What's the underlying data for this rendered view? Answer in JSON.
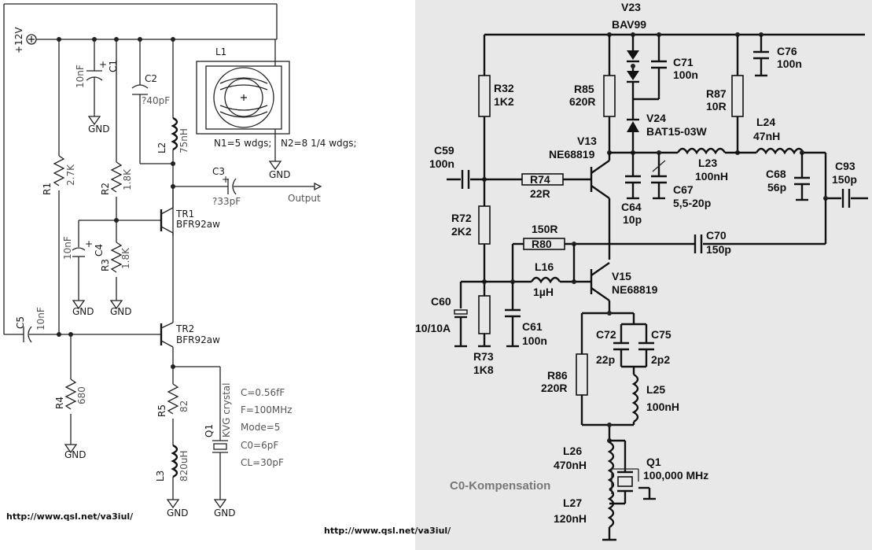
{
  "left": {
    "supply": "+12V",
    "gnd": "GND",
    "output": "Output",
    "L1": "L1",
    "N1": "N1=5 wdgs;",
    "N2": "N2=8 1/4 wdgs;",
    "C1": {
      "name": "C1",
      "value": "10nF"
    },
    "C2": {
      "name": "C2",
      "value": "?40pF"
    },
    "L2": {
      "name": "L2",
      "value": "75nH"
    },
    "C3": {
      "name": "C3",
      "value": "?33pF"
    },
    "R1": {
      "name": "R1",
      "value": "2.7K"
    },
    "R2": {
      "name": "R2",
      "value": "1.8K"
    },
    "R3": {
      "name": "R3",
      "value": "1.8K"
    },
    "C4": {
      "name": "C4",
      "value": "10nF"
    },
    "TR1": {
      "name": "TR1",
      "value": "BFR92aw"
    },
    "TR2": {
      "name": "TR2",
      "value": "BFR92aw"
    },
    "C5": {
      "name": "C5",
      "value": "10nF"
    },
    "R4": {
      "name": "R4",
      "value": "680"
    },
    "R5": {
      "name": "R5",
      "value": "82"
    },
    "L3": {
      "name": "L3",
      "value": "820uH"
    },
    "Q1": {
      "name": "Q1",
      "value": "KVG crystal"
    },
    "params": [
      "C=0.56fF",
      "F=100MHz",
      "Mode=5",
      "C0=6pF",
      "CL=30pF"
    ],
    "url": "http://www.qsl.net/va3iul/"
  },
  "right": {
    "V23": {
      "name": "V23",
      "value": "BAV99"
    },
    "C71": {
      "name": "C71",
      "value": "100n"
    },
    "C76": {
      "name": "C76",
      "value": "100n"
    },
    "R32": {
      "name": "R32",
      "value": "1K2"
    },
    "R85": {
      "name": "R85",
      "value": "620R"
    },
    "R87": {
      "name": "R87",
      "value": "10R"
    },
    "V24": {
      "name": "V24",
      "value": "BAT15-03W"
    },
    "L24": {
      "name": "L24",
      "value": "47nH"
    },
    "V13": {
      "name": "V13",
      "value": "NE68819"
    },
    "C59": {
      "name": "C59",
      "value": "100n"
    },
    "R74": {
      "name": "R74",
      "value": "22R"
    },
    "L23": {
      "name": "L23",
      "value": "100nH"
    },
    "C68": {
      "name": "C68",
      "value": "56p"
    },
    "C93": {
      "name": "C93",
      "value": "150p"
    },
    "C64": {
      "name": "C64",
      "value": "10p"
    },
    "C67": {
      "name": "C67",
      "value": "5,5-20p"
    },
    "R72": {
      "name": "R72",
      "value": "2K2"
    },
    "R80": {
      "name": "R80",
      "value": "150R"
    },
    "C70": {
      "name": "C70",
      "value": "150p"
    },
    "L16": {
      "name": "L16",
      "value": "1µH"
    },
    "V15": {
      "name": "V15",
      "value": "NE68819"
    },
    "C60": {
      "name": "C60",
      "value": "10/10A"
    },
    "C61": {
      "name": "C61",
      "value": "100n"
    },
    "R73": {
      "name": "R73",
      "value": "1K8"
    },
    "C72": {
      "name": "C72",
      "value": "22p"
    },
    "C75": {
      "name": "C75",
      "value": "2p2"
    },
    "R86": {
      "name": "R86",
      "value": "220R"
    },
    "L25": {
      "name": "L25",
      "value": "100nH"
    },
    "L26": {
      "name": "L26",
      "value": "470nH"
    },
    "L27": {
      "name": "L27",
      "value": "120nH"
    },
    "Q1": {
      "name": "Q1",
      "value": "100,000 MHz"
    },
    "comp": "C0-Kompensation",
    "url": "http://www.qsl.net/va3iul/"
  }
}
